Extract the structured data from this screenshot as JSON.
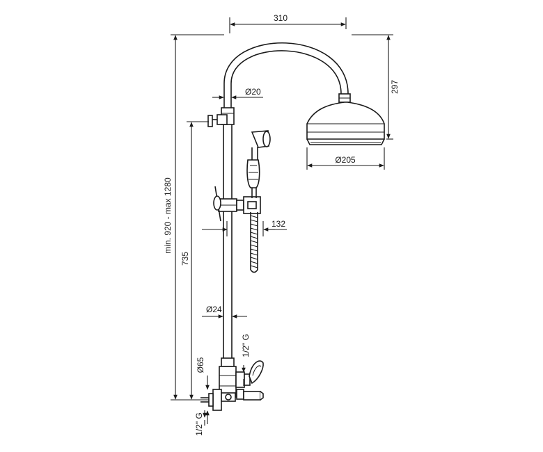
{
  "drawing": {
    "dimensions": {
      "arm_reach": "310",
      "arm_height": "297",
      "arm_tube_diameter": "Ø20",
      "head_diameter": "Ø205",
      "handshower_offset": "132",
      "riser_diameter": "Ø24",
      "total_height": "min. 920 - max 1280",
      "outlet_height": "735",
      "mixer_inlet": "1/2\" G",
      "flange_diameter": "Ø65",
      "wall_inlet": "1/2\" G"
    }
  }
}
